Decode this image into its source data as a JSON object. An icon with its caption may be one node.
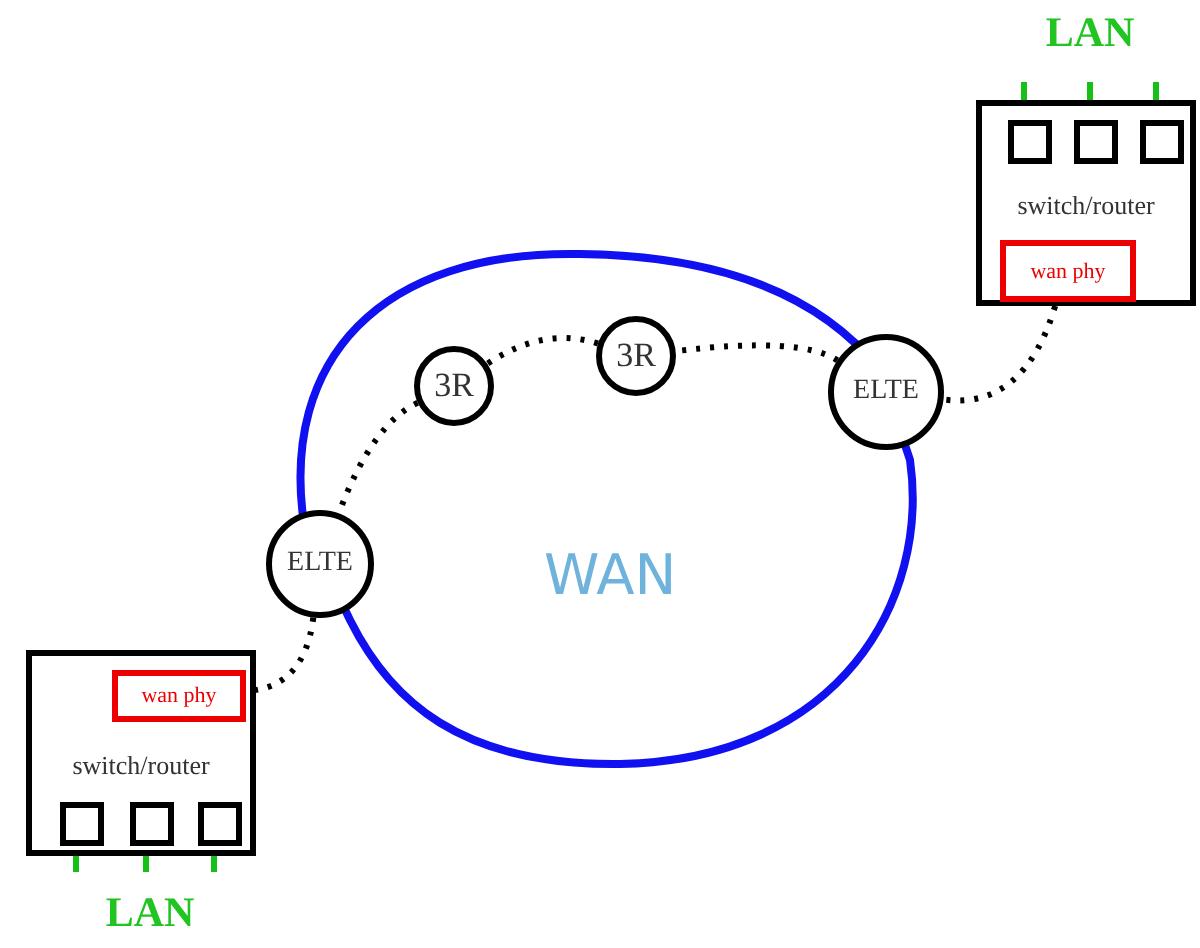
{
  "diagram": {
    "nodes": [
      {
        "text": [
          "switch/router"
        ]
      },
      {
        "text": [
          "wan phy"
        ],
        "in": 0
      },
      {
        "text": [],
        "shape": "box",
        "in": 0
      },
      {
        "text": [],
        "shape": "box",
        "in": 0
      },
      {
        "text": [],
        "shape": "box",
        "in": 0
      },
      {
        "text": [
          "WAN"
        ]
      },
      {
        "text": [
          "3R"
        ],
        "in": 5
      },
      {
        "text": [
          "3R"
        ],
        "in": 5
      },
      {
        "text": [
          "ELTE"
        ]
      },
      {
        "text": [
          "ELTE"
        ]
      },
      {
        "text": [
          "switch/router"
        ]
      },
      {
        "text": [
          "wan phy"
        ],
        "in": 10
      },
      {
        "text": [],
        "shape": "box",
        "in": 10
      },
      {
        "text": [],
        "shape": "box",
        "in": 10
      },
      {
        "text": [],
        "shape": "box",
        "in": 10
      }
    ],
    "edges": [
      {
        "from": 0,
        "to": 8,
        "arrow": "none",
        "style": "dashed"
      },
      {
        "from": 8,
        "to": 7,
        "arrow": "none",
        "style": "dashed"
      },
      {
        "from": 7,
        "to": 6,
        "arrow": "none",
        "style": "dashed"
      },
      {
        "from": 6,
        "to": 9,
        "arrow": "none",
        "style": "dashed"
      },
      {
        "from": 9,
        "to": 11,
        "arrow": "none",
        "style": "dashed"
      }
    ],
    "labels": [
      "LAN",
      "LAN"
    ]
  }
}
